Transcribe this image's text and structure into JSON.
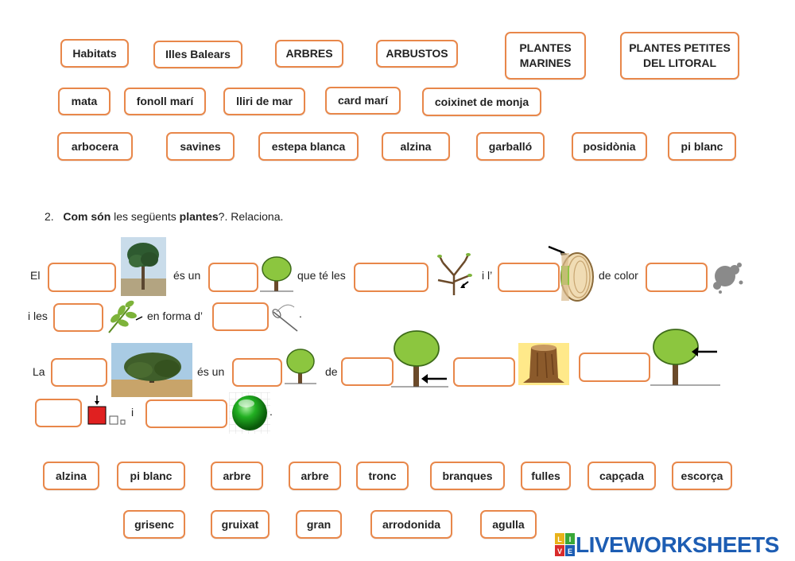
{
  "bank1": {
    "row1": [
      "Habitats",
      "Illes Balears",
      "ARBRES",
      "ARBUSTOS",
      "PLANTES\nMARINES",
      "PLANTES PETITES\nDEL LITORAL"
    ],
    "row2": [
      "mata",
      "fonoll marí",
      "lliri de mar",
      "card marí",
      "coixinet de monja"
    ],
    "row3": [
      "arbocera",
      "savines",
      "estepa blanca",
      "alzina",
      "garballó",
      "posidònia",
      "pi blanc"
    ]
  },
  "question": {
    "number": "2.",
    "bold1": "Com són",
    "mid": "les següents",
    "bold2": "plantes",
    "end": "?. Relaciona."
  },
  "sentence1": {
    "el": "El",
    "es_un": "és un",
    "que_te_les": "que té les",
    "i_l": "i l’",
    "de_color": "de color",
    "i_les": "i les",
    "en_forma": "en forma d’",
    "dot": "."
  },
  "sentence2": {
    "la": "La",
    "es_un": "és un",
    "de": "de",
    "i": "i",
    "dot": "."
  },
  "bank2": {
    "row1": [
      "alzina",
      "pi blanc",
      "arbre",
      "arbre",
      "tronc",
      "branques",
      "fulles",
      "capçada",
      "escorça"
    ],
    "row2": [
      "grisenc",
      "gruixat",
      "gran",
      "arrodonida",
      "agulla"
    ]
  },
  "logo": {
    "text": "LIVEWORKSHEETS",
    "mark": "LIVE",
    "color": "#1d5db3"
  },
  "colors": {
    "accent": "#e8874a",
    "tree_green": "#8cc63f",
    "red_square": "#e02020",
    "green_ball": "#22b022"
  }
}
